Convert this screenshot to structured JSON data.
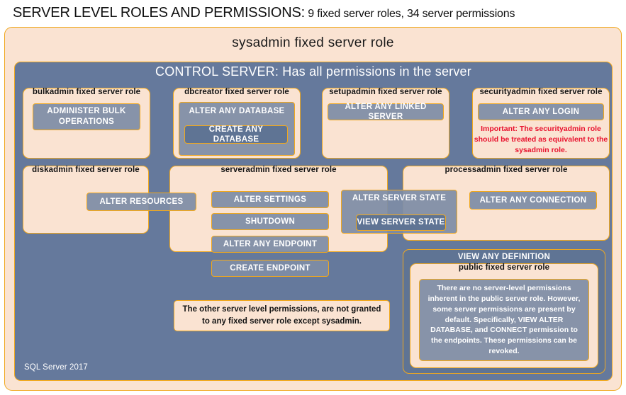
{
  "header": {
    "title_strong": "SERVER LEVEL ROLES AND PERMISSIONS:",
    "title_rest": " 9 fixed server roles, 34 server permissions"
  },
  "diagram": {
    "sysadmin_label": "sysadmin fixed server role",
    "control_server_label": "CONTROL SERVER: Has all permissions in the server",
    "version_label": "SQL Server 2017",
    "colors": {
      "peach": "#FAE3D2",
      "steel_blue": "#65799C",
      "chip_blue": "#7E8DA6",
      "chip_blue_dark": "#5F7494",
      "border_orange": "#F0A81E",
      "warning_red": "#E8112D"
    },
    "roles": [
      {
        "name": "bulkadmin",
        "label": "bulkadmin fixed server role",
        "permissions": [
          "ADMINISTER  BULK OPERATIONS"
        ]
      },
      {
        "name": "dbcreator",
        "label": "dbcreator fixed server role",
        "permissions": [
          "ALTER ANY DATABASE",
          "CREATE  ANY DATABASE"
        ]
      },
      {
        "name": "setupadmin",
        "label": "setupadmin fixed server role",
        "permissions": [
          "ALTER ANY LINKED SERVER"
        ]
      },
      {
        "name": "securityadmin",
        "label": "securityadmin fixed server role",
        "permissions": [
          "ALTER ANY LOGIN"
        ],
        "warning": "Important:  The securityadmin role should  be treated as equivalent to the sysadmin role."
      },
      {
        "name": "diskadmin",
        "label": "diskadmin fixed server role",
        "permissions": [
          "ALTER RESOURCES"
        ]
      },
      {
        "name": "serveradmin",
        "label": "serveradmin fixed server role",
        "permissions": [
          "ALTER SETTINGS",
          "SHUTDOWN",
          "ALTER ANY ENDPOINT",
          "CREATE  ENDPOINT"
        ]
      },
      {
        "name": "processadmin",
        "label": "processadmin fixed server role",
        "permissions": [
          "ALTER ANY CONNECTION"
        ]
      },
      {
        "name": "public",
        "label": "public  fixed server role",
        "permissions": [],
        "description": "There are no server-level permissions inherent in the public server role. However, some server permissions are present by default. Specifically, VIEW ALTER DATABASE, and CONNECT permission to the endpoints. These permissions can be revoked."
      }
    ],
    "shared_permissions": {
      "alter_server_state": "ALTER SERVER STATE",
      "view_server_state": "VIEW SERVER STATE",
      "view_any_definition": "VIEW ANY DEFINITION"
    },
    "footnote": "The other server level permissions,  are not granted to any fixed server role except sysadmin."
  }
}
